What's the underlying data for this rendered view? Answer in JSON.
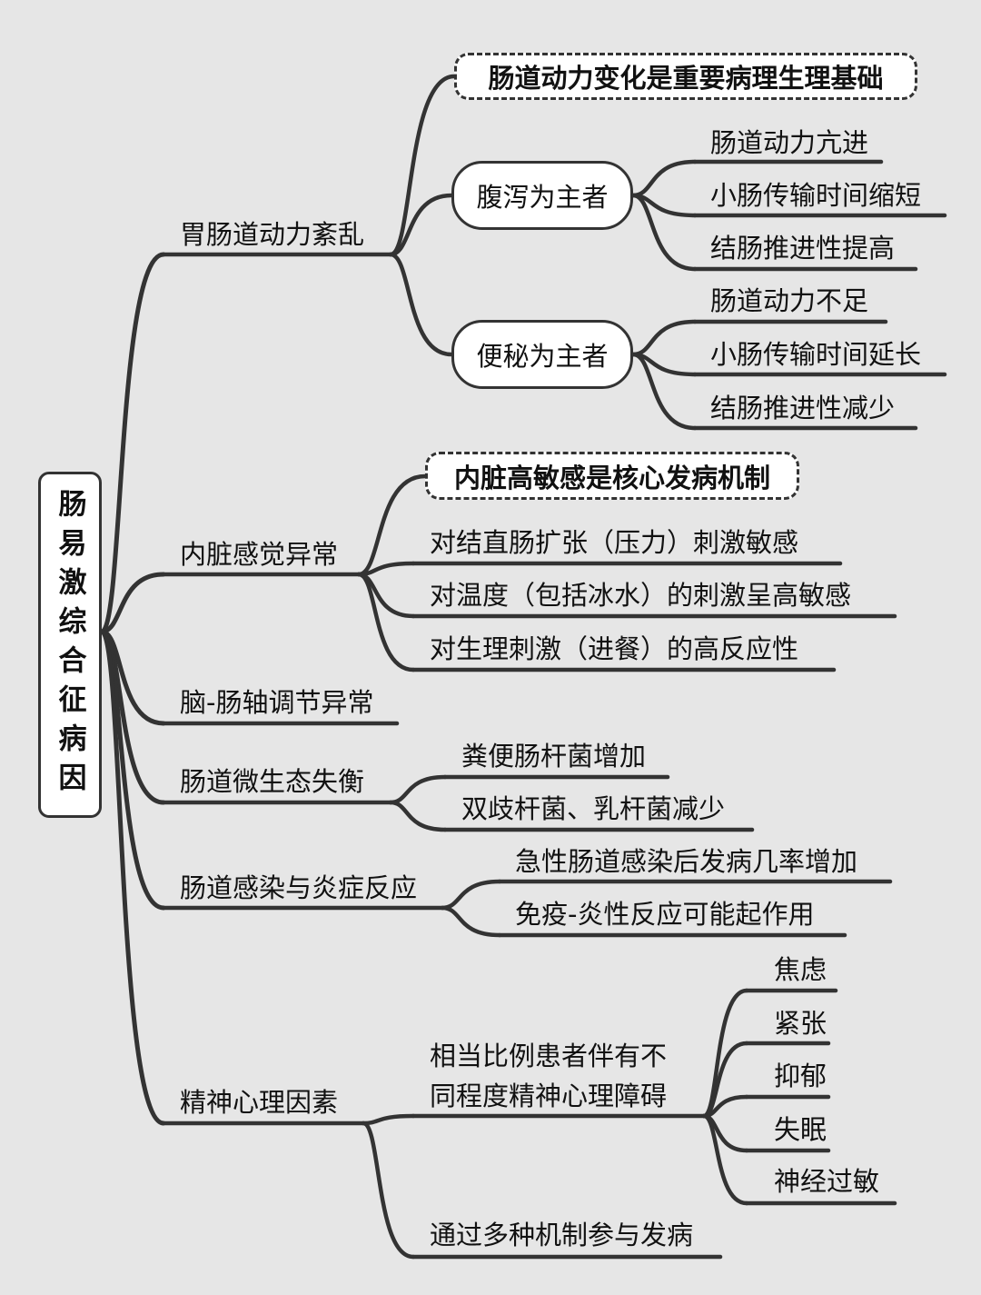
{
  "root": "肠易激综合征病因",
  "branches": [
    {
      "label": "胃肠道动力紊乱",
      "note": "肠道动力变化是重要病理生理基础",
      "groups": [
        {
          "label": "腹泻为主者",
          "items": [
            "肠道动力亢进",
            "小肠传输时间缩短",
            "结肠推进性提高"
          ]
        },
        {
          "label": "便秘为主者",
          "items": [
            "肠道动力不足",
            "小肠传输时间延长",
            "结肠推进性减少"
          ]
        }
      ]
    },
    {
      "label": "内脏感觉异常",
      "note": "内脏高敏感是核心发病机制",
      "items": [
        "对结直肠扩张（压力）刺激敏感",
        "对温度（包括冰水）的刺激呈高敏感",
        "对生理刺激（进餐）的高反应性"
      ]
    },
    {
      "label": "脑-肠轴调节异常"
    },
    {
      "label": "肠道微生态失衡",
      "items": [
        "粪便肠杆菌增加",
        "双歧杆菌、乳杆菌减少"
      ]
    },
    {
      "label": "肠道感染与炎症反应",
      "items": [
        "急性肠道感染后发病几率增加",
        "免疫-炎性反应可能起作用"
      ]
    },
    {
      "label": "精神心理因素",
      "items": [
        {
          "line1": "相当比例患者伴有不",
          "line2": "同程度精神心理障碍",
          "items": [
            "焦虑",
            "紧张",
            "抑郁",
            "失眠",
            "神经过敏"
          ]
        },
        {
          "line1": "通过多种机制参与发病"
        }
      ]
    }
  ]
}
